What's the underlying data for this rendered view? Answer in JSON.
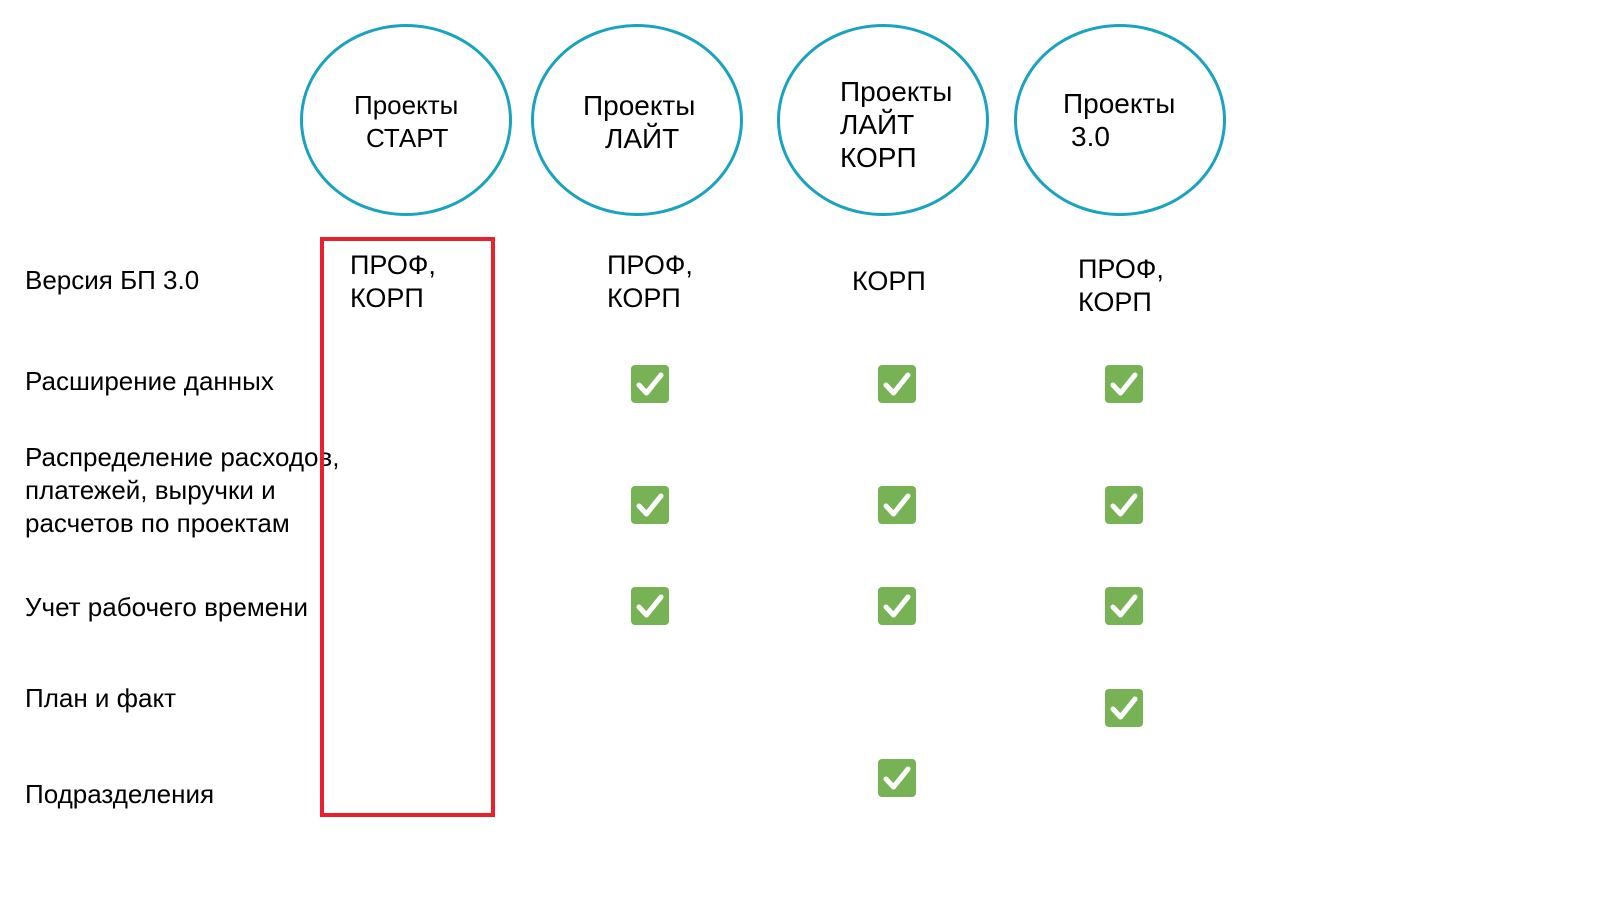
{
  "products": [
    {
      "id": "start",
      "lines": [
        "Проекты",
        "СТАРТ"
      ]
    },
    {
      "id": "lite",
      "lines": [
        "Проекты",
        "ЛАЙТ"
      ]
    },
    {
      "id": "lite-corp",
      "lines": [
        "Проекты",
        "ЛАЙТ",
        "КОРП"
      ]
    },
    {
      "id": "v3",
      "lines": [
        "Проекты",
        "3.0"
      ]
    }
  ],
  "rows": [
    {
      "id": "version",
      "lines": [
        "Версия БП 3.0"
      ]
    },
    {
      "id": "data-extension",
      "lines": [
        "Расширение данных"
      ]
    },
    {
      "id": "distribution",
      "lines": [
        "Распределение расходов,",
        "платежей, выручки и",
        "расчетов по проектам"
      ]
    },
    {
      "id": "time-tracking",
      "lines": [
        "Учет рабочего времени"
      ]
    },
    {
      "id": "plan-fact",
      "lines": [
        "План и факт"
      ]
    },
    {
      "id": "departments",
      "lines": [
        "Подразделения"
      ]
    }
  ],
  "editions": {
    "start": [
      "ПРОФ,",
      "КОРП"
    ],
    "lite": [
      "ПРОФ,",
      "КОРП"
    ],
    "lite-corp": [
      "КОРП"
    ],
    "v3": [
      "ПРОФ,",
      "КОРП"
    ]
  },
  "features": {
    "data-extension": {
      "start": false,
      "lite": true,
      "lite-corp": true,
      "v3": true
    },
    "distribution": {
      "start": false,
      "lite": true,
      "lite-corp": true,
      "v3": true
    },
    "time-tracking": {
      "start": false,
      "lite": true,
      "lite-corp": true,
      "v3": true
    },
    "plan-fact": {
      "start": false,
      "lite": false,
      "lite-corp": false,
      "v3": true
    },
    "departments": {
      "start": false,
      "lite": false,
      "lite-corp": true,
      "v3": false
    }
  },
  "colors": {
    "circle_border": "#1aa3bf",
    "check_fill": "#77b255",
    "highlight_border": "#e8212c"
  },
  "icons": {
    "check": "check-mark-button-icon"
  }
}
